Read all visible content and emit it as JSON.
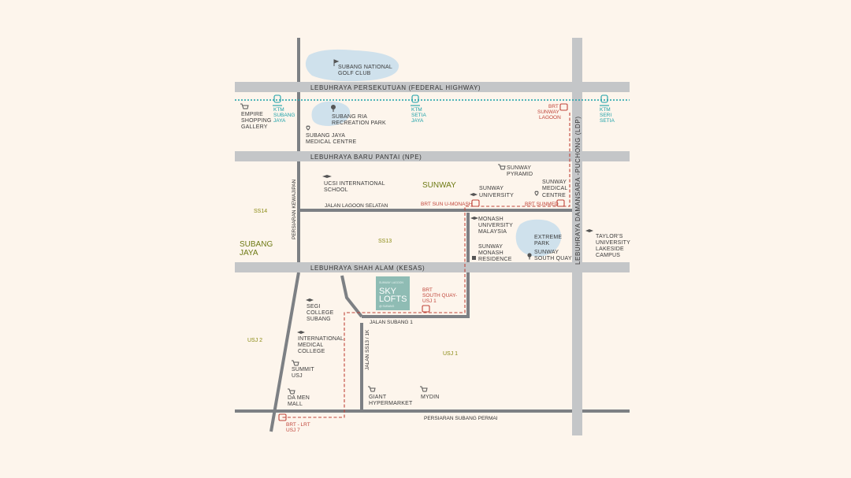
{
  "colors": {
    "background": "#fdf5ec",
    "highway": "#c4c6c8",
    "road": "#7d8084",
    "water": "#cfe1ec",
    "ktm_line": "#1aa0a8",
    "brt_route": "#c0453a",
    "district_label": "#6e7a14",
    "project_box": "#8fbcb4"
  },
  "highways": {
    "federal": "LEBUHRAYA PERSEKUTUAN (FEDERAL HIGHWAY)",
    "npe": "LEBUHRAYA BARU PANTAI (NPE)",
    "kesas": "LEBUHRAYA SHAH ALAM (KESAS)",
    "ldp": "LEBUHRAYA DAMANSARA -PUCHONG (LDP)"
  },
  "roads": {
    "jalan_lagoon_selatan": "JALAN LAGOON SELATAN",
    "persiaran_kewajipan": "PERSIARAN KEWAJIPAN",
    "jalan_subang_1": "JALAN SUBANG 1",
    "jalan_ss13_1k": "JALAN SS13 / 1K",
    "persiaran_subang_permai": "PERSIARAN SUBANG PERMAI"
  },
  "districts": {
    "sunway": "SUNWAY",
    "subang_jaya_l1": "SUBANG",
    "subang_jaya_l2": "JAYA"
  },
  "areas": {
    "ss14": "SS14",
    "ss13": "SS13",
    "usj2": "USJ 2",
    "usj1": "USJ 1"
  },
  "ktm_stations": {
    "subang_jaya": [
      "KTM",
      "SUBANG",
      "JAYA"
    ],
    "setia_jaya": [
      "KTM",
      "SETIA",
      "JAYA"
    ],
    "seri_setia": [
      "KTM",
      "SERI",
      "SETIA"
    ]
  },
  "brt_stations": {
    "sunway_lagoon": [
      "BRT",
      "SUNWAY",
      "LAGOON"
    ],
    "sun_u_monash": "BRT SUN U-MONASH",
    "sunmed": "BRT SUNMED",
    "south_quay": [
      "BRT",
      "SOUTH QUAY-",
      "USJ 1"
    ],
    "usj7": [
      "BRT - LRT",
      "USJ 7"
    ]
  },
  "landmarks": {
    "golf_club": [
      "SUBANG NATIONAL",
      "GOLF CLUB"
    ],
    "empire": [
      "EMPIRE",
      "SHOPPING",
      "GALLERY"
    ],
    "ria_park": [
      "SUBANG RIA",
      "RECREATION PARK"
    ],
    "sj_medical": [
      "SUBANG JAYA",
      "MEDICAL CENTRE"
    ],
    "sunway_pyramid": [
      "SUNWAY",
      "PYRAMID"
    ],
    "ucsi": [
      "UCSI INTERNATIONAL",
      "SCHOOL"
    ],
    "sunway_university": [
      "SUNWAY",
      "UNIVERSITY"
    ],
    "sunway_medical": [
      "SUNWAY",
      "MEDICAL",
      "CENTRE"
    ],
    "monash": [
      "MONASH",
      "UNIVERSITY",
      "MALAYSIA"
    ],
    "monash_residence": [
      "SUNWAY",
      "MONASH",
      "RESIDENCE"
    ],
    "extreme_park": [
      "EXTREME",
      "PARK"
    ],
    "south_quay": [
      "SUNWAY",
      "SOUTH QUAY"
    ],
    "taylors": [
      "TAYLOR'S",
      "UNIVERSITY",
      "LAKESIDE",
      "CAMPUS"
    ],
    "segi": [
      "SEGI",
      "COLLEGE",
      "SUBANG"
    ],
    "imc": [
      "INTERNATIONAL",
      "MEDICAL",
      "COLLEGE"
    ],
    "summit": [
      "SUMMIT",
      "USJ"
    ],
    "da_men": [
      "DA MEN",
      "MALL"
    ],
    "giant": [
      "GIANT",
      "HYPERMARKET"
    ],
    "mydin": "MYDIN"
  },
  "project": {
    "top": "SUNWAY LAGOON",
    "line1": "SKY",
    "line2": "LOFTS",
    "bottom": "@ SUBANG"
  }
}
